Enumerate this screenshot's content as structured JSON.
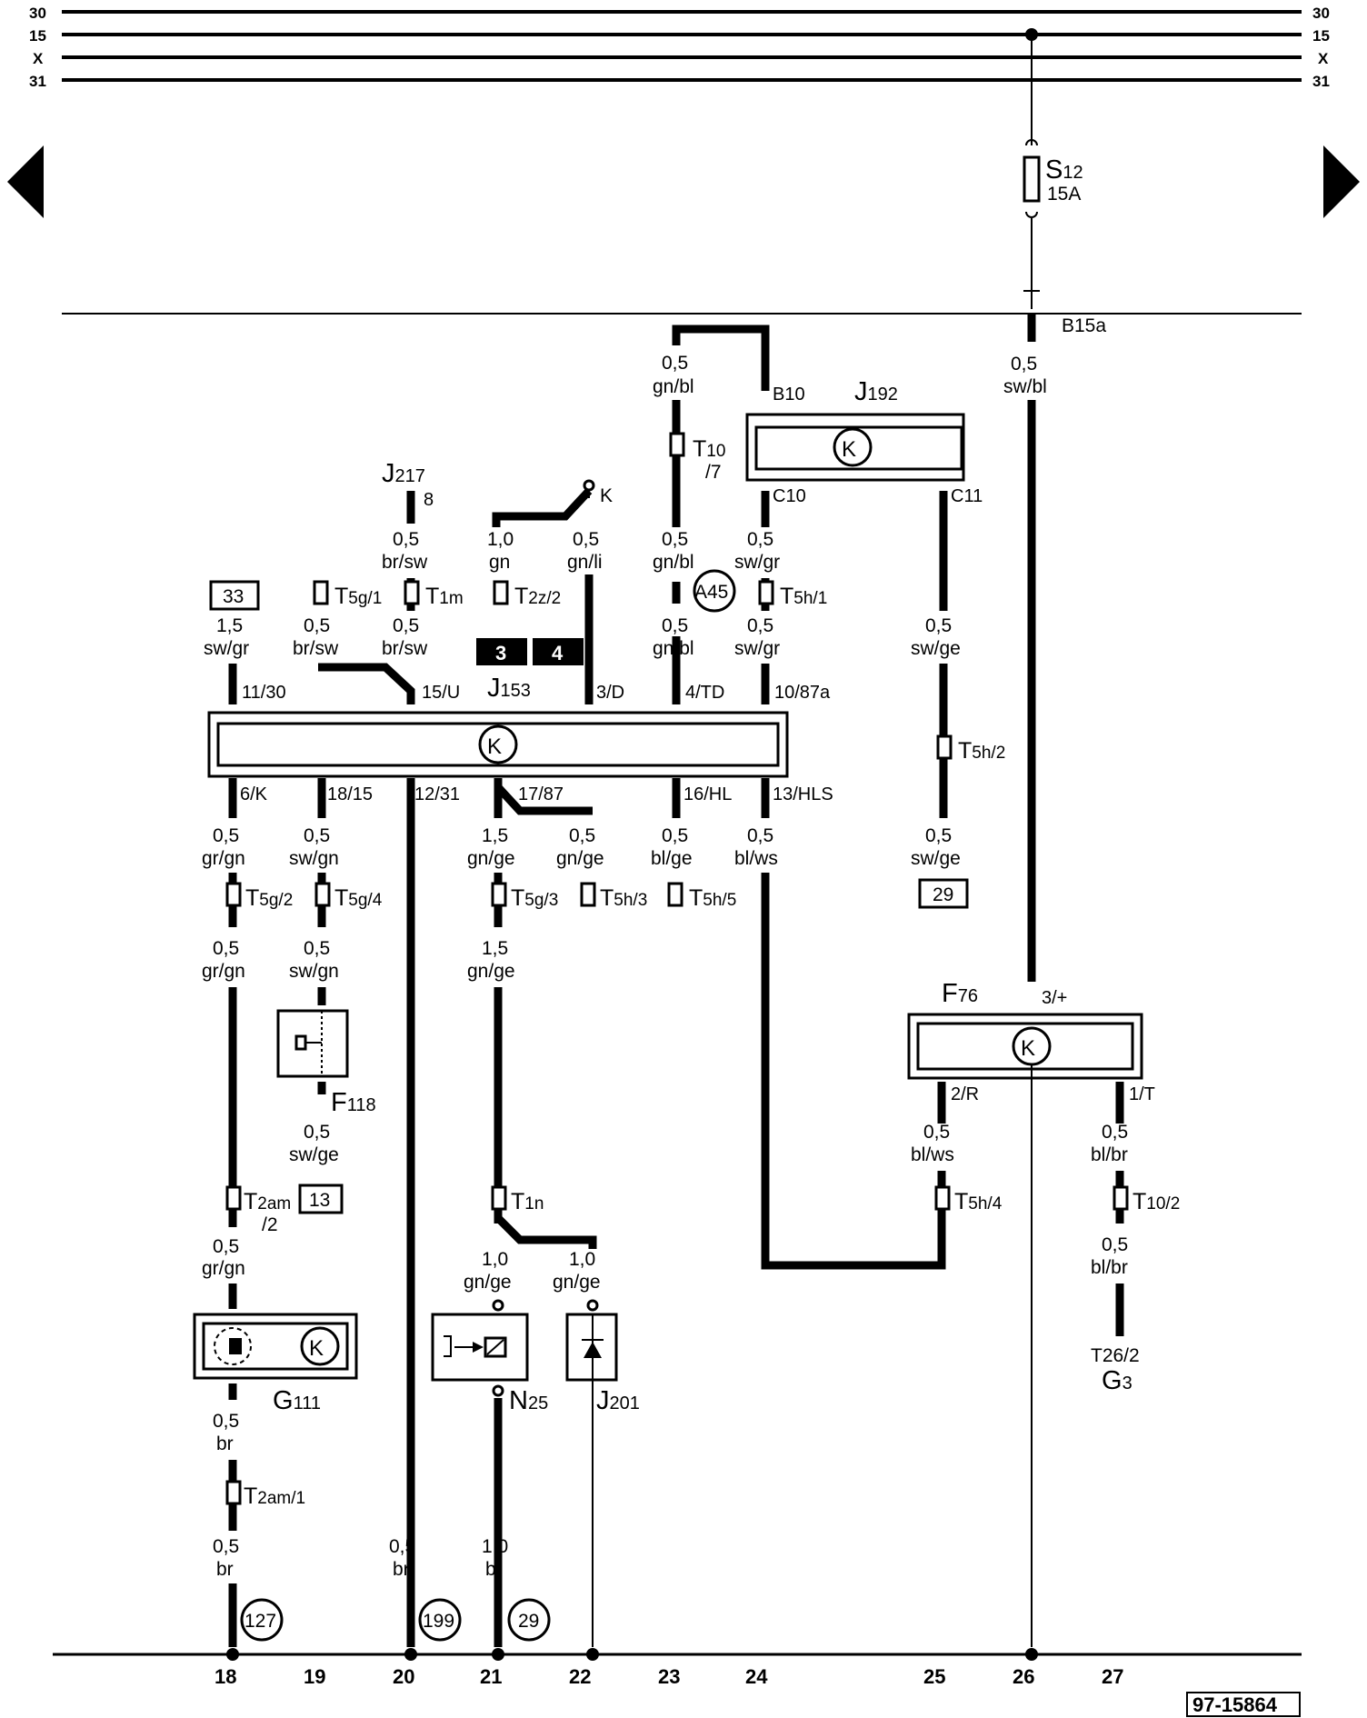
{
  "rails": [
    {
      "id": "r30",
      "label": "30"
    },
    {
      "id": "r15",
      "label": "15"
    },
    {
      "id": "rx",
      "label": "X"
    },
    {
      "id": "r31",
      "label": "31"
    }
  ],
  "components": {
    "S12": {
      "name": "S",
      "sub": "12",
      "rating": "15A"
    },
    "B15a": "B15a",
    "J192": {
      "name": "J",
      "sub": "192"
    },
    "J217": {
      "name": "J",
      "sub": "217",
      "pin": "8"
    },
    "J153": {
      "name": "J",
      "sub": "153",
      "tag3": "3",
      "tag4": "4"
    },
    "F76": {
      "name": "F",
      "sub": "76"
    },
    "F118": {
      "name": "F",
      "sub": "118"
    },
    "G111": {
      "name": "G",
      "sub": "111"
    },
    "N25": {
      "name": "N",
      "sub": "25"
    },
    "J201": {
      "name": "J",
      "sub": "201"
    },
    "G3": {
      "name": "G",
      "sub": "3",
      "pin": "T26/2"
    },
    "A45": "A45",
    "K": "K",
    "K_symbol": "K"
  },
  "connectors": {
    "T10_7": {
      "a": "T",
      "b": "10",
      "c": "/7"
    },
    "T5g1": {
      "a": "T",
      "b": "5g/1"
    },
    "T1m": {
      "a": "T",
      "b": "1m"
    },
    "T2z2": {
      "a": "T",
      "b": "2z/2"
    },
    "T5h1": {
      "a": "T",
      "b": "5h/1"
    },
    "T5h2": {
      "a": "T",
      "b": "5h/2"
    },
    "T5g2": {
      "a": "T",
      "b": "5g/2"
    },
    "T5g4": {
      "a": "T",
      "b": "5g/4"
    },
    "T5g3": {
      "a": "T",
      "b": "5g/3"
    },
    "T5h3": {
      "a": "T",
      "b": "5h/3"
    },
    "T5h5": {
      "a": "T",
      "b": "5h/5"
    },
    "T2am2": {
      "a": "T",
      "b": "2am",
      "c": "/2"
    },
    "T1n": {
      "a": "T",
      "b": "1n"
    },
    "T5h4": {
      "a": "T",
      "b": "5h/4"
    },
    "T102": {
      "a": "T",
      "b": "10/2"
    },
    "T2am1": {
      "a": "T",
      "b": "2am/1"
    }
  },
  "pins": {
    "B10": "B10",
    "C10": "C10",
    "C11": "C11",
    "p11_30": "11/30",
    "p15_U": "15/U",
    "p3_D": "3/D",
    "p4_TD": "4/TD",
    "p10_87a": "10/87a",
    "p6_K": "6/K",
    "p18_15": "18/15",
    "p12_31": "12/31",
    "p17_87": "17/87",
    "p16_HL": "16/HL",
    "p13_HLS": "13/HLS",
    "p3plus": "3/+",
    "p2_R": "2/R",
    "p1_T": "1/T"
  },
  "wire_labels": {
    "w_gnbl_top": [
      "0,5",
      "gn/bl"
    ],
    "w_swbl": [
      "0,5",
      "sw/bl"
    ],
    "w_brsw_a": [
      "0,5",
      "br/sw"
    ],
    "w_gn": [
      "1,0",
      "gn"
    ],
    "w_gnli": [
      "0,5",
      "gn/li"
    ],
    "w_gnbl_mid": [
      "0,5",
      "gn/bl"
    ],
    "w_swgr_a": [
      "0,5",
      "sw/gr"
    ],
    "w_swgr_15": [
      "1,5",
      "sw/gr"
    ],
    "w_brsw_b": [
      "0,5",
      "br/sw"
    ],
    "w_brsw_c": [
      "0,5",
      "br/sw"
    ],
    "w_gnbl_low": [
      "0,5",
      "gn/bl"
    ],
    "w_swgr_b": [
      "0,5",
      "sw/gr"
    ],
    "w_swge_a": [
      "0,5",
      "sw/ge"
    ],
    "w_grgn_a": [
      "0,5",
      "gr/gn"
    ],
    "w_swgn_a": [
      "0,5",
      "sw/gn"
    ],
    "w_gnge_15a": [
      "1,5",
      "gn/ge"
    ],
    "w_gnge_05": [
      "0,5",
      "gn/ge"
    ],
    "w_blge": [
      "0,5",
      "bl/ge"
    ],
    "w_blws_a": [
      "0,5",
      "bl/ws"
    ],
    "w_swge_b": [
      "0,5",
      "sw/ge"
    ],
    "w_grgn_b": [
      "0,5",
      "gr/gn"
    ],
    "w_swgn_b": [
      "0,5",
      "sw/gn"
    ],
    "w_gnge_15b": [
      "1,5",
      "gn/ge"
    ],
    "w_swge_c": [
      "0,5",
      "sw/ge"
    ],
    "w_blws_b": [
      "0,5",
      "bl/ws"
    ],
    "w_blbr_a": [
      "0,5",
      "bl/br"
    ],
    "w_grgn_c": [
      "0,5",
      "gr/gn"
    ],
    "w_gnge_10a": [
      "1,0",
      "gn/ge"
    ],
    "w_gnge_10b": [
      "1,0",
      "gn/ge"
    ],
    "w_blbr_b": [
      "0,5",
      "bl/br"
    ],
    "w_br_a": [
      "0,5",
      "br"
    ],
    "w_br_b": [
      "0,5",
      "br"
    ],
    "w_br_c": [
      "0,5",
      "br"
    ],
    "w_br_d": [
      "1,0",
      "br"
    ]
  },
  "refs": {
    "ref33": "33",
    "ref29_top": "29",
    "ref13": "13",
    "ref127": "127",
    "ref199": "199",
    "ref29_bot": "29"
  },
  "bottom_numbers": [
    "18",
    "19",
    "20",
    "21",
    "22",
    "23",
    "24",
    "25",
    "26",
    "27"
  ],
  "figure_id": "97-15864"
}
